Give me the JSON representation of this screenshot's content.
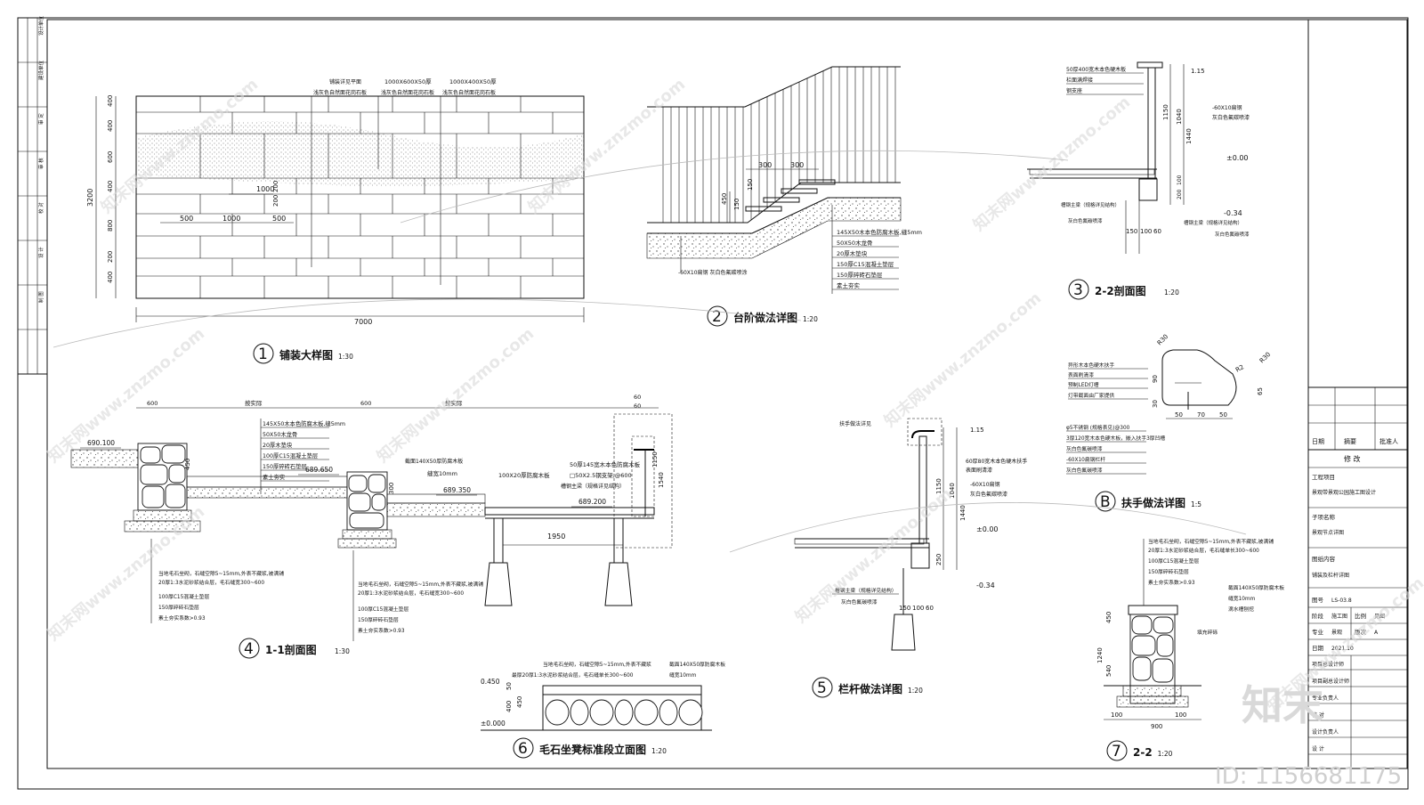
{
  "watermark": {
    "site": "www.znzmo.com",
    "brand": "知末网",
    "logo_text": "知末",
    "id_label": "ID: 1156681175"
  },
  "details": [
    {
      "num": "1",
      "title": "铺装大样图",
      "scale": "1:30"
    },
    {
      "num": "2",
      "title": "台阶做法详图",
      "scale": "1:20"
    },
    {
      "num": "3",
      "title": "2-2剖面图",
      "scale": "1:20"
    },
    {
      "num": "4",
      "title": "1-1剖面图",
      "scale": "1:30"
    },
    {
      "num": "5",
      "title": "栏杆做法详图",
      "scale": "1:20"
    },
    {
      "num": "6",
      "title": "毛石坐凳标准段立面图",
      "scale": "1:20"
    },
    {
      "num": "7",
      "title": "2-2",
      "scale": "1:20"
    },
    {
      "num": "B",
      "title": "扶手做法详图",
      "scale": "1:5"
    }
  ],
  "paving": {
    "dims_left": [
      "400",
      "400",
      "600",
      "400",
      "800",
      "200",
      "400"
    ],
    "total_height": "3200",
    "total_width": "7000",
    "inner_dims": [
      "1000",
      "500",
      "1000",
      "500",
      "200",
      "200"
    ],
    "callouts": [
      "铺装详见平面",
      "浅灰色自然面花岗石板",
      "1000X600X50厚",
      "浅灰色自然面花岗石板",
      "1000X400X50厚",
      "浅灰色自然面花岗石板"
    ]
  },
  "steps": {
    "dims": [
      "300",
      "300",
      "450",
      "150",
      "150"
    ],
    "layers": [
      "145X50木本色防腐木板,缝5mm",
      "50X50木龙骨",
      "20厚木垫块",
      "150厚C15混凝土垫层",
      "150厚碎砖石垫层",
      "素土夯实"
    ],
    "edge_note": "-60X10扁钢 灰白色氟碳喷涂"
  },
  "section22": {
    "notes": [
      "50厚400宽木本色硬木板",
      "栏面满焊接",
      "钢支座"
    ],
    "right_notes": [
      "-60X10扁钢",
      "灰白色氟碳喷漆",
      "±0.00",
      "-0.34"
    ],
    "dims": [
      "1.15",
      "1150",
      "1040",
      "1440",
      "100",
      "200",
      "150",
      "100",
      "60"
    ],
    "bottom_notes": [
      "槽钢主梁（规格详见结构）",
      "灰白色氟碳喷漆"
    ]
  },
  "handrail": {
    "notes": [
      "异形木本色硬木扶手",
      "表面刷清漆",
      "预制LED灯槽",
      "灯带截面由厂家提供",
      "φ5不锈钢 (规格表见)@300",
      "3厚120宽木本色硬木板，嵌入扶手3厚凹槽",
      "灰白色氟碳喷漆",
      "-60X10扁钢栏杆",
      "灰白色氟碳喷漆"
    ],
    "dims": [
      "R30",
      "R30",
      "R2",
      "90",
      "30",
      "65",
      "50",
      "70",
      "50"
    ]
  },
  "section11": {
    "top_dims": [
      "600",
      "按实际",
      "600",
      "按实际",
      "60",
      "60"
    ],
    "levels": [
      "690.100",
      "689.650",
      "689.350",
      "689.200"
    ],
    "layers": [
      "145X50木本色防腐木板,缝5mm",
      "50X50木龙骨",
      "20厚木垫块",
      "100厚C15混凝土垫层",
      "150厚碎砖石垫层",
      "素土夯实"
    ],
    "mid_notes": [
      "截面140X50厚防腐木板",
      "缝宽10mm",
      "100X20厚防腐木板",
      "50厚145宽木本色防腐木板",
      "□50X2.5钢支架,@600",
      "槽钢主梁（规格详见结构）",
      "1950",
      "1540",
      "1150",
      "450",
      "300"
    ],
    "left_notes": [
      "当地毛石垒砌，石缝空隙5~15mm,外表不藏浆,被满铺",
      "20厚1:3水泥砂浆结合层，毛石缝宽300~600",
      "100厚C15混凝土垫层",
      "150厚碎砖石垫层",
      "素土夯实系数>0.93"
    ]
  },
  "section5": {
    "notes": [
      "扶手做法详见",
      "1.15",
      "60厚80宽木本色硬木扶手",
      "表面刷清漆",
      "-60X10扁钢",
      "灰白色氟碳喷漆",
      "±0.00",
      "-0.34",
      "槽钢主梁（规格详见结构）",
      "灰白色氟碳喷漆"
    ],
    "dims": [
      "1150",
      "1040",
      "1440",
      "250",
      "150",
      "100",
      "60"
    ]
  },
  "bench": {
    "notes": [
      "当地毛石垒砌，石缝空隙5~15mm,外表不藏浆",
      "截面140X50厚防腐木板",
      "最厚20厚1:3水泥砂浆结合层，毛石缝单长300~600",
      "缝宽10mm"
    ],
    "levels": [
      "0.450",
      "±0.000"
    ],
    "dims": [
      "50",
      "400",
      "450"
    ]
  },
  "section7": {
    "notes": [
      "当地毛石垒砌，石缝空隙5~15mm,外表不藏浆,被满铺",
      "20厚1:3水泥砂浆结合层，毛石缝单长300~600",
      "100厚C15混凝土垫层",
      "150厚碎砖石垫层",
      "素土夯实系数>0.93",
      "截面140X50厚防腐木板",
      "缝宽10mm",
      "滴水槽刨挖",
      "填充碎砾"
    ],
    "dims": [
      "450",
      "1240",
      "540",
      "100",
      "100",
      "900"
    ]
  },
  "title_block": {
    "rev_headers": [
      "日期",
      "摘要",
      "批准人"
    ],
    "rev_title": "修  改",
    "project_label": "工程项目",
    "project_name": "景观带景观公园施工图设计",
    "sub_label": "子项名称",
    "sub_name": "景观节点详图",
    "content_label": "图纸内容",
    "content_name": "铺装及栏杆详图",
    "rows": [
      {
        "k": "图号",
        "v": "LS-03.8"
      },
      {
        "k": "阶段",
        "v": "施工图"
      },
      {
        "k": "比例",
        "v": "见图"
      },
      {
        "k": "专业",
        "v": "景观"
      },
      {
        "k": "版次",
        "v": "A"
      },
      {
        "k": "日期",
        "v": "2021.10"
      }
    ],
    "sign_rows": [
      "项目总设计师",
      "项目副总设计师",
      "专业负责人",
      "校  对",
      "设计负责人",
      "设  计"
    ]
  },
  "left_strip": [
    "设计单位",
    "建设单位",
    "审 定",
    "审 核",
    "校 对",
    "设 计",
    "制 图"
  ]
}
